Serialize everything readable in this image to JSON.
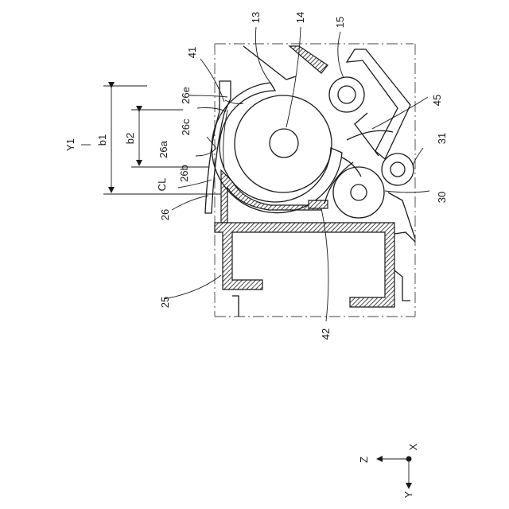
{
  "labels": {
    "y1": "Y1",
    "b1": "b1",
    "b2": "b2",
    "l41": "41",
    "l13": "13",
    "l14": "14",
    "l15": "15",
    "l45": "45",
    "l31": "31",
    "l30": "30",
    "l42": "42",
    "l25": "25",
    "l26": "26",
    "l26a": "26a",
    "l26b": "26b",
    "l26c": "26c",
    "l26e": "26e",
    "cl": "CL"
  },
  "axes": {
    "z": "Z",
    "x": "X",
    "y": "Y"
  }
}
